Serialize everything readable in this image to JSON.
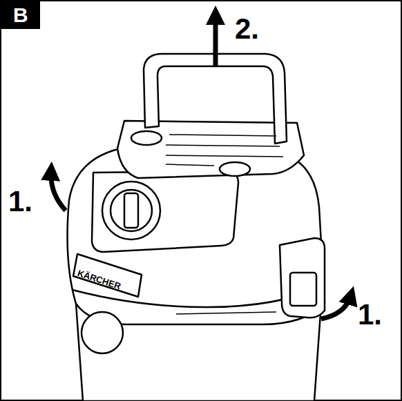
{
  "diagram": {
    "nodes": [
      {
        "text": [
          "B"
        ]
      }
    ],
    "labels": [
      "2.",
      "1.",
      "1.",
      "KÄRCHER"
    ]
  }
}
